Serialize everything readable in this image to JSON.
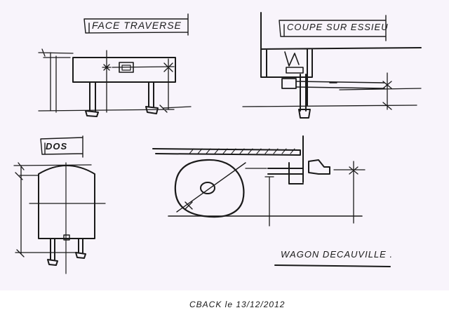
{
  "sketch": {
    "labels": {
      "face": "FACE TRAVERSE",
      "coupe": "COUPE SUR ESSIEU",
      "dos": "DOS",
      "wagon": "WAGON DECAUVILLE .",
      "signature": "CBACK le 13/12/2012"
    },
    "colors": {
      "ink": "#1a1a1a",
      "paper": "#f8f4fb",
      "margin": "#ffffff"
    }
  }
}
